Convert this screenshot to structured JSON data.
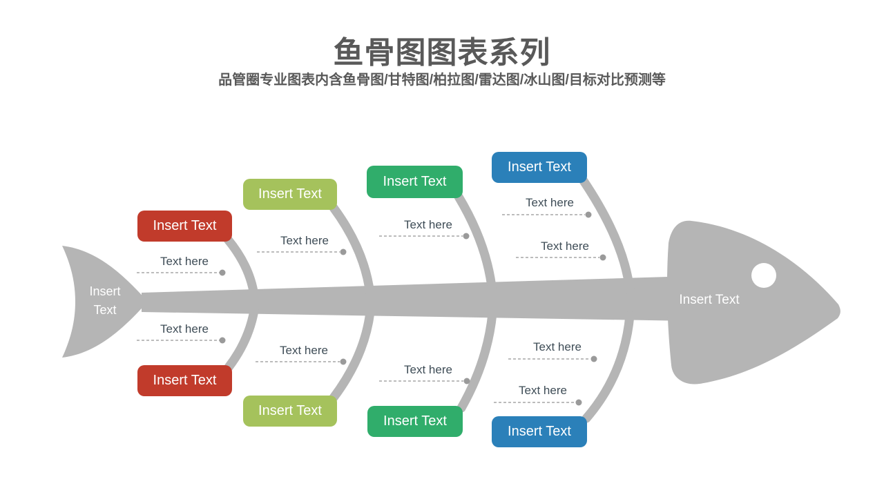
{
  "header": {
    "title": "鱼骨图图表系列",
    "subtitle": "品管圈专业图表内含鱼骨图/甘特图/柏拉图/雷达图/冰山图/目标对比预测等"
  },
  "fish": {
    "tail_label": "Insert Text",
    "head_label": "Insert Text",
    "bone_color": "#b5b5b5",
    "eye_color": "#ffffff",
    "leader_line_color": "#a6a6a6",
    "leader_dot_color": "#9a9a9a"
  },
  "branches": {
    "top": [
      {
        "label": "Insert Text",
        "color": "#c13b2b",
        "items": [
          "Text here"
        ]
      },
      {
        "label": "Insert Text",
        "color": "#a5c25c",
        "items": [
          "Text here"
        ]
      },
      {
        "label": "Insert Text",
        "color": "#30ad6b",
        "items": [
          "Text here"
        ]
      },
      {
        "label": "Insert Text",
        "color": "#2b80b9",
        "items": [
          "Text here",
          "Text here"
        ]
      }
    ],
    "bottom": [
      {
        "label": "Insert Text",
        "color": "#c13b2b",
        "items": [
          "Text here"
        ]
      },
      {
        "label": "Insert Text",
        "color": "#a5c25c",
        "items": [
          "Text here"
        ]
      },
      {
        "label": "Insert Text",
        "color": "#30ad6b",
        "items": [
          "Text here"
        ]
      },
      {
        "label": "Insert Text",
        "color": "#2b80b9",
        "items": [
          "Text here",
          "Text here"
        ]
      }
    ]
  }
}
